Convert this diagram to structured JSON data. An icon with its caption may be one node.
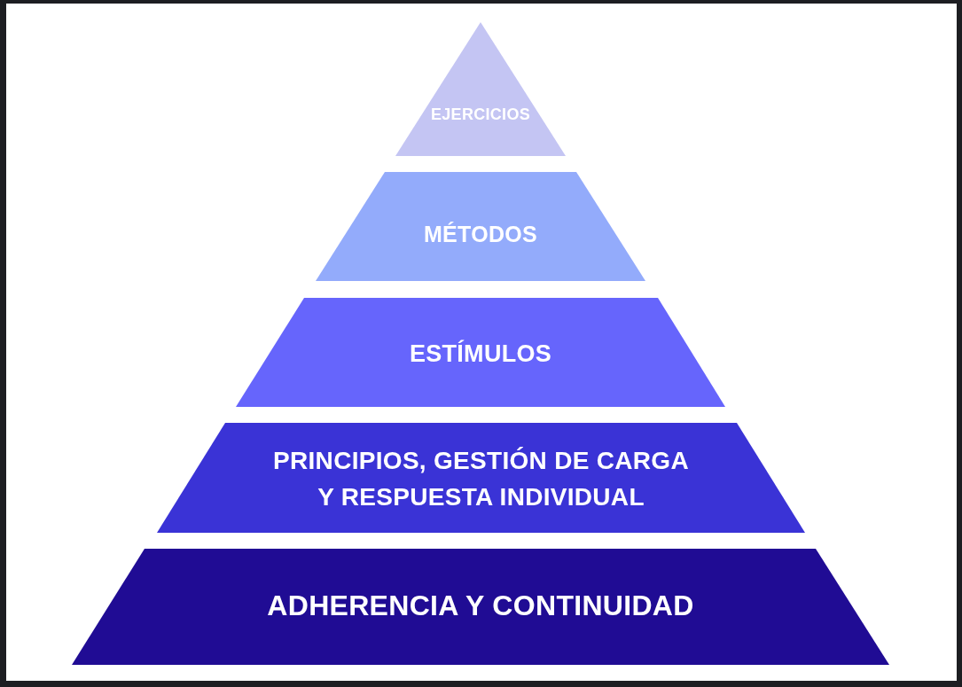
{
  "diagram": {
    "nodes": [
      {
        "text": [
          "EJERCICIOS"
        ]
      },
      {
        "text": [
          "MÉTODOS"
        ]
      },
      {
        "text": [
          "ESTÍMULOS"
        ]
      },
      {
        "text": [
          "PRINCIPIOS, GESTIÓN DE CARGA Y RESPUESTA INDIVIDUAL"
        ]
      },
      {
        "text": [
          "ADHERENCIA Y CONTINUIDAD"
        ]
      }
    ]
  }
}
